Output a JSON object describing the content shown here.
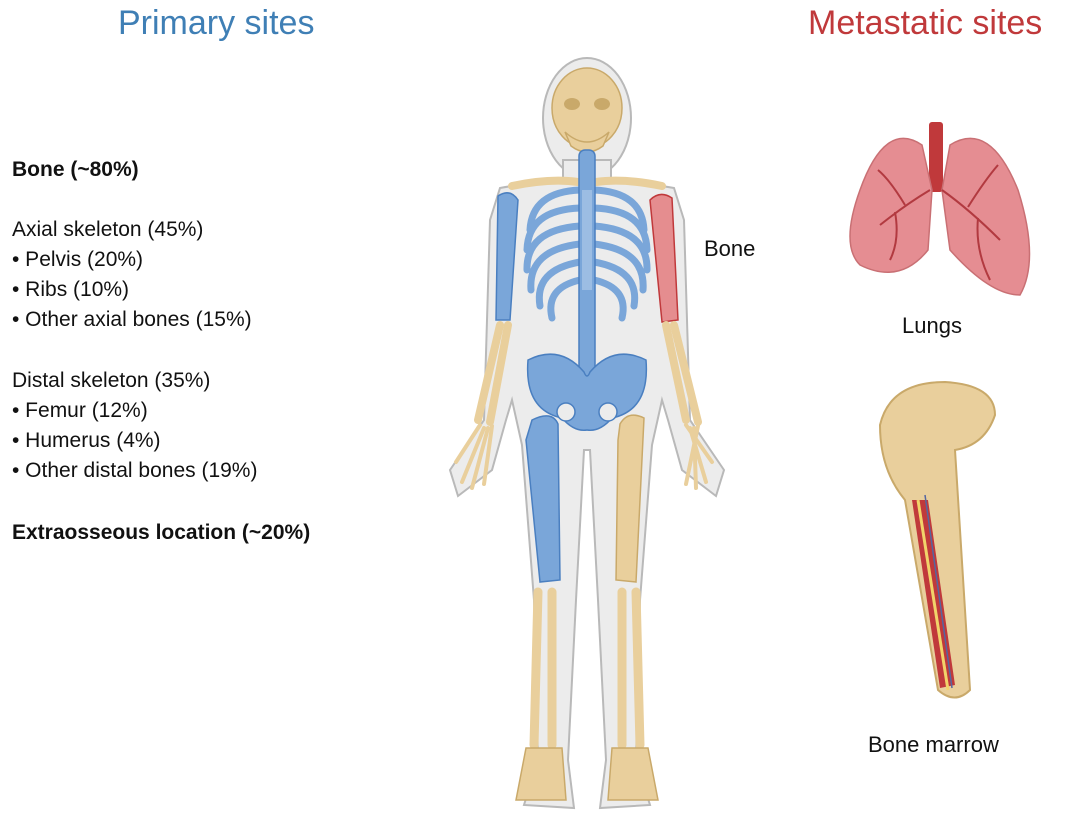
{
  "headings": {
    "primary": "Primary sites",
    "metastatic": "Metastatic sites"
  },
  "colors": {
    "primary": "#3f7fb5",
    "metastatic": "#c0393b",
    "bone": "#e9cf9c",
    "bone_stroke": "#c9a96a",
    "primary_bone": "#7aa6d9",
    "primary_bone_stroke": "#4a7fc0",
    "metastatic_bone": "#e58d8f",
    "body_outline": "#b9b9b9",
    "lung": "#e58d92"
  },
  "primary_sites": {
    "bone_total": "Bone (~80%)",
    "axial_header": "Axial skeleton (45%)",
    "axial_items": [
      "• Pelvis (20%)",
      "• Ribs (10%)",
      "• Other axial bones (15%)"
    ],
    "distal_header": "Distal skeleton (35%)",
    "distal_items": [
      "• Femur (12%)",
      "• Humerus (4%)",
      "• Other distal bones (19%)"
    ],
    "extraosseous": "Extraosseous location (~20%)"
  },
  "metastatic_sites": {
    "bone": "Bone",
    "lungs": "Lungs",
    "bone_marrow": "Bone marrow"
  }
}
